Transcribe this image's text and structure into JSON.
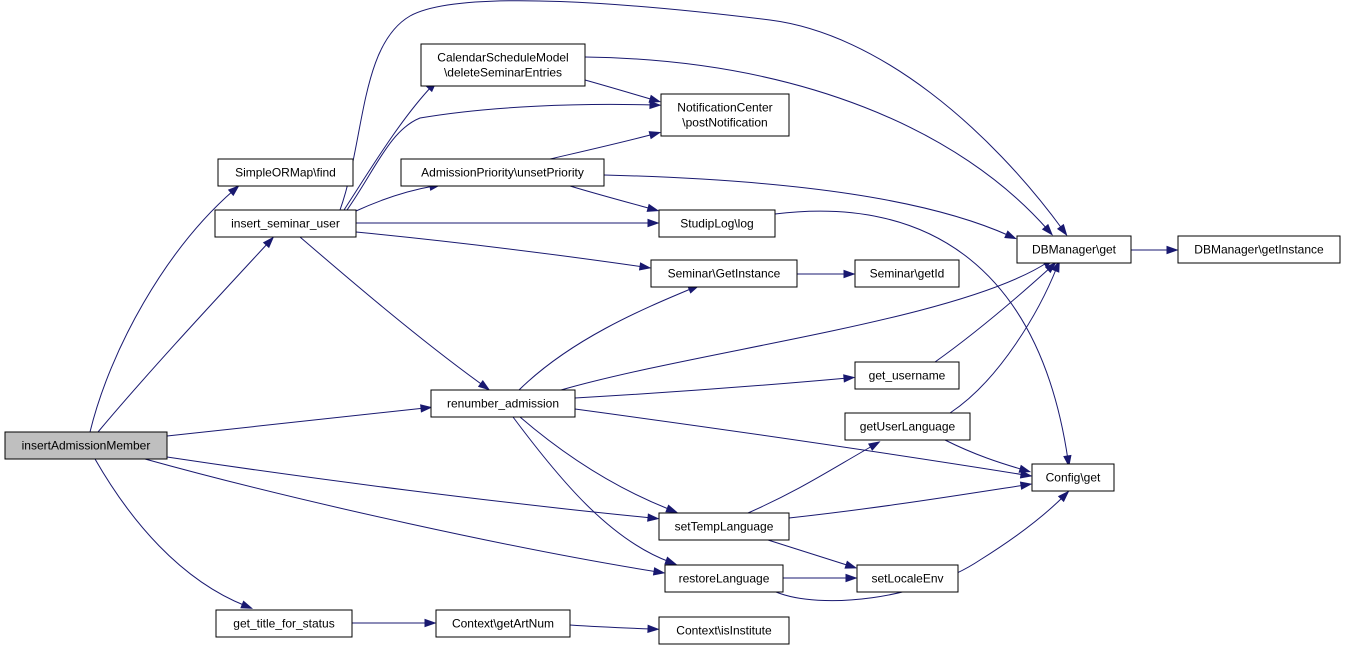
{
  "colors": {
    "edge": "#191970",
    "root_fill": "#bfbfbf",
    "node_fill": "#ffffff",
    "border": "#000000"
  },
  "nodes": [
    {
      "id": "insertAdmissionMember",
      "lines": [
        "insertAdmissionMember"
      ],
      "root": true
    },
    {
      "id": "SimpleORMap_find",
      "lines": [
        "SimpleORMap\\find"
      ]
    },
    {
      "id": "insert_seminar_user",
      "lines": [
        "insert_seminar_user"
      ]
    },
    {
      "id": "renumber_admission",
      "lines": [
        "renumber_admission"
      ]
    },
    {
      "id": "setTempLanguage",
      "lines": [
        "setTempLanguage"
      ]
    },
    {
      "id": "restoreLanguage",
      "lines": [
        "restoreLanguage"
      ]
    },
    {
      "id": "get_title_for_status",
      "lines": [
        "get_title_for_status"
      ]
    },
    {
      "id": "CalendarScheduleModel_deleteSeminarEntries",
      "lines": [
        "CalendarScheduleModel",
        "\\deleteSeminarEntries"
      ]
    },
    {
      "id": "NotificationCenter_postNotification",
      "lines": [
        "NotificationCenter",
        "\\postNotification"
      ]
    },
    {
      "id": "AdmissionPriority_unsetPriority",
      "lines": [
        "AdmissionPriority\\unsetPriority"
      ]
    },
    {
      "id": "StudipLog_log",
      "lines": [
        "StudipLog\\log"
      ]
    },
    {
      "id": "Seminar_GetInstance",
      "lines": [
        "Seminar\\GetInstance"
      ]
    },
    {
      "id": "Seminar_getId",
      "lines": [
        "Seminar\\getId"
      ]
    },
    {
      "id": "get_username",
      "lines": [
        "get_username"
      ]
    },
    {
      "id": "getUserLanguage",
      "lines": [
        "getUserLanguage"
      ]
    },
    {
      "id": "setLocaleEnv",
      "lines": [
        "setLocaleEnv"
      ]
    },
    {
      "id": "Context_getArtNum",
      "lines": [
        "Context\\getArtNum"
      ]
    },
    {
      "id": "Context_isInstitute",
      "lines": [
        "Context\\isInstitute"
      ]
    },
    {
      "id": "DBManager_get",
      "lines": [
        "DBManager\\get"
      ]
    },
    {
      "id": "DBManager_getInstance",
      "lines": [
        "DBManager\\getInstance"
      ]
    },
    {
      "id": "Config_get",
      "lines": [
        "Config\\get"
      ]
    }
  ],
  "edges": [
    {
      "from": "insertAdmissionMember",
      "to": "SimpleORMap_find"
    },
    {
      "from": "insertAdmissionMember",
      "to": "insert_seminar_user"
    },
    {
      "from": "insertAdmissionMember",
      "to": "renumber_admission"
    },
    {
      "from": "insertAdmissionMember",
      "to": "setTempLanguage"
    },
    {
      "from": "insertAdmissionMember",
      "to": "restoreLanguage"
    },
    {
      "from": "insertAdmissionMember",
      "to": "get_title_for_status"
    },
    {
      "from": "insert_seminar_user",
      "to": "CalendarScheduleModel_deleteSeminarEntries"
    },
    {
      "from": "insert_seminar_user",
      "to": "DBManager_get"
    },
    {
      "from": "insert_seminar_user",
      "to": "NotificationCenter_postNotification"
    },
    {
      "from": "insert_seminar_user",
      "to": "AdmissionPriority_unsetPriority"
    },
    {
      "from": "insert_seminar_user",
      "to": "StudipLog_log"
    },
    {
      "from": "insert_seminar_user",
      "to": "Seminar_GetInstance"
    },
    {
      "from": "insert_seminar_user",
      "to": "renumber_admission"
    },
    {
      "from": "CalendarScheduleModel_deleteSeminarEntries",
      "to": "DBManager_get"
    },
    {
      "from": "CalendarScheduleModel_deleteSeminarEntries",
      "to": "NotificationCenter_postNotification"
    },
    {
      "from": "AdmissionPriority_unsetPriority",
      "to": "NotificationCenter_postNotification"
    },
    {
      "from": "AdmissionPriority_unsetPriority",
      "to": "DBManager_get"
    },
    {
      "from": "AdmissionPriority_unsetPriority",
      "to": "StudipLog_log"
    },
    {
      "from": "StudipLog_log",
      "to": "Config_get"
    },
    {
      "from": "Seminar_GetInstance",
      "to": "Seminar_getId"
    },
    {
      "from": "renumber_admission",
      "to": "Seminar_GetInstance"
    },
    {
      "from": "renumber_admission",
      "to": "DBManager_get"
    },
    {
      "from": "renumber_admission",
      "to": "get_username"
    },
    {
      "from": "renumber_admission",
      "to": "Config_get"
    },
    {
      "from": "renumber_admission",
      "to": "setTempLanguage"
    },
    {
      "from": "renumber_admission",
      "to": "restoreLanguage"
    },
    {
      "from": "get_username",
      "to": "DBManager_get"
    },
    {
      "from": "getUserLanguage",
      "to": "DBManager_get"
    },
    {
      "from": "getUserLanguage",
      "to": "Config_get"
    },
    {
      "from": "setTempLanguage",
      "to": "getUserLanguage"
    },
    {
      "from": "setTempLanguage",
      "to": "Config_get"
    },
    {
      "from": "setTempLanguage",
      "to": "setLocaleEnv"
    },
    {
      "from": "restoreLanguage",
      "to": "setLocaleEnv"
    },
    {
      "from": "restoreLanguage",
      "to": "Config_get"
    },
    {
      "from": "get_title_for_status",
      "to": "Context_getArtNum"
    },
    {
      "from": "Context_getArtNum",
      "to": "Context_isInstitute"
    },
    {
      "from": "DBManager_get",
      "to": "DBManager_getInstance"
    }
  ]
}
